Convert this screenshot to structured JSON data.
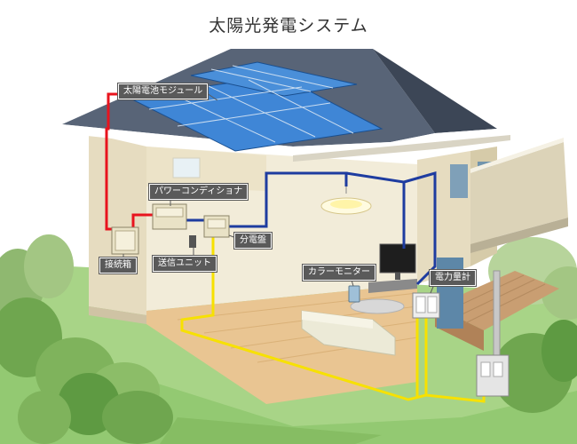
{
  "title": "太陽光発電システム",
  "labels": {
    "solar_module": "太陽電池モジュール",
    "power_conditioner": "パワーコンディショナ",
    "junction_box": "接続箱",
    "transmission_unit": "送信ユニット",
    "distribution_board": "分電盤",
    "color_monitor": "カラーモニター",
    "power_meter": "電力量計"
  },
  "colors": {
    "dc_line": "#e8141e",
    "ac_line": "#1e3ca0",
    "signal_line": "#f7e100",
    "roof": "#4f5b6e",
    "solar_panel": "#2f73c6",
    "wall": "#ede6d0",
    "lawn": "#9fcf7d",
    "floor": "#e9c592"
  }
}
